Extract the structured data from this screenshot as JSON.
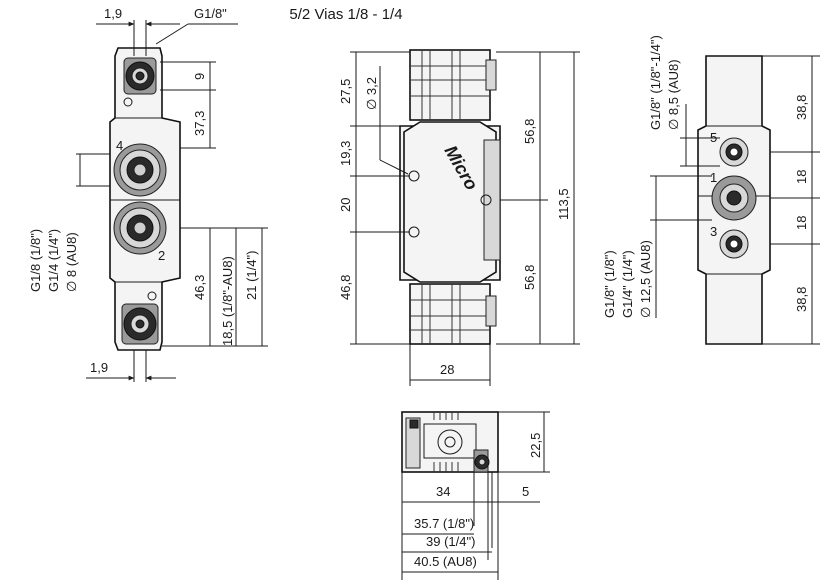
{
  "title": "5/2 Vias 1/8 - 1/4",
  "logo": "Micro",
  "left_view": {
    "dim_top_width": "1,9",
    "dim_port_top": "G1/8\"",
    "dim_9": "9",
    "dim_37_3": "37,3",
    "port_g18": "G1/8 (1/8\")",
    "port_g14": "G1/4 (1/4\")",
    "port_d8": "∅ 8 (AU8)",
    "dim_46_3": "46,3",
    "dim_18_5": "18,5 (1/8\"-AU8)",
    "dim_21": "21 (1/4\")",
    "dim_bottom_width": "1,9",
    "port_num_4": "4",
    "port_num_2": "2"
  },
  "center_view": {
    "dim_27_5": "27,5",
    "dim_d3_2": "∅ 3,2",
    "dim_19_3": "19,3",
    "dim_20": "20",
    "dim_46_8": "46,8",
    "dim_56_8_top": "56,8",
    "dim_56_8_bottom": "56,8",
    "dim_113_5": "113,5",
    "dim_28": "28"
  },
  "right_view": {
    "port_top": "G1/8\" (1/8\"-1/4\")",
    "port_top_d": "∅ 8,5 (AU8)",
    "dim_38_8_top": "38,8",
    "dim_18_a": "18",
    "dim_18_b": "18",
    "dim_38_8_bottom": "38,8",
    "port_g18": "G1/8\" (1/8\")",
    "port_g14": "G1/4\" (1/4\")",
    "port_d12_5": "∅ 12,5 (AU8)",
    "port_num_5": "5",
    "port_num_1": "1",
    "port_num_3": "3"
  },
  "bottom_view": {
    "dim_22_5": "22,5",
    "dim_34": "34",
    "dim_5": "5",
    "dim_35_7": "35.7 (1/8\")",
    "dim_39": "39 (1/4\")",
    "dim_40_5": "40.5 (AU8)"
  }
}
